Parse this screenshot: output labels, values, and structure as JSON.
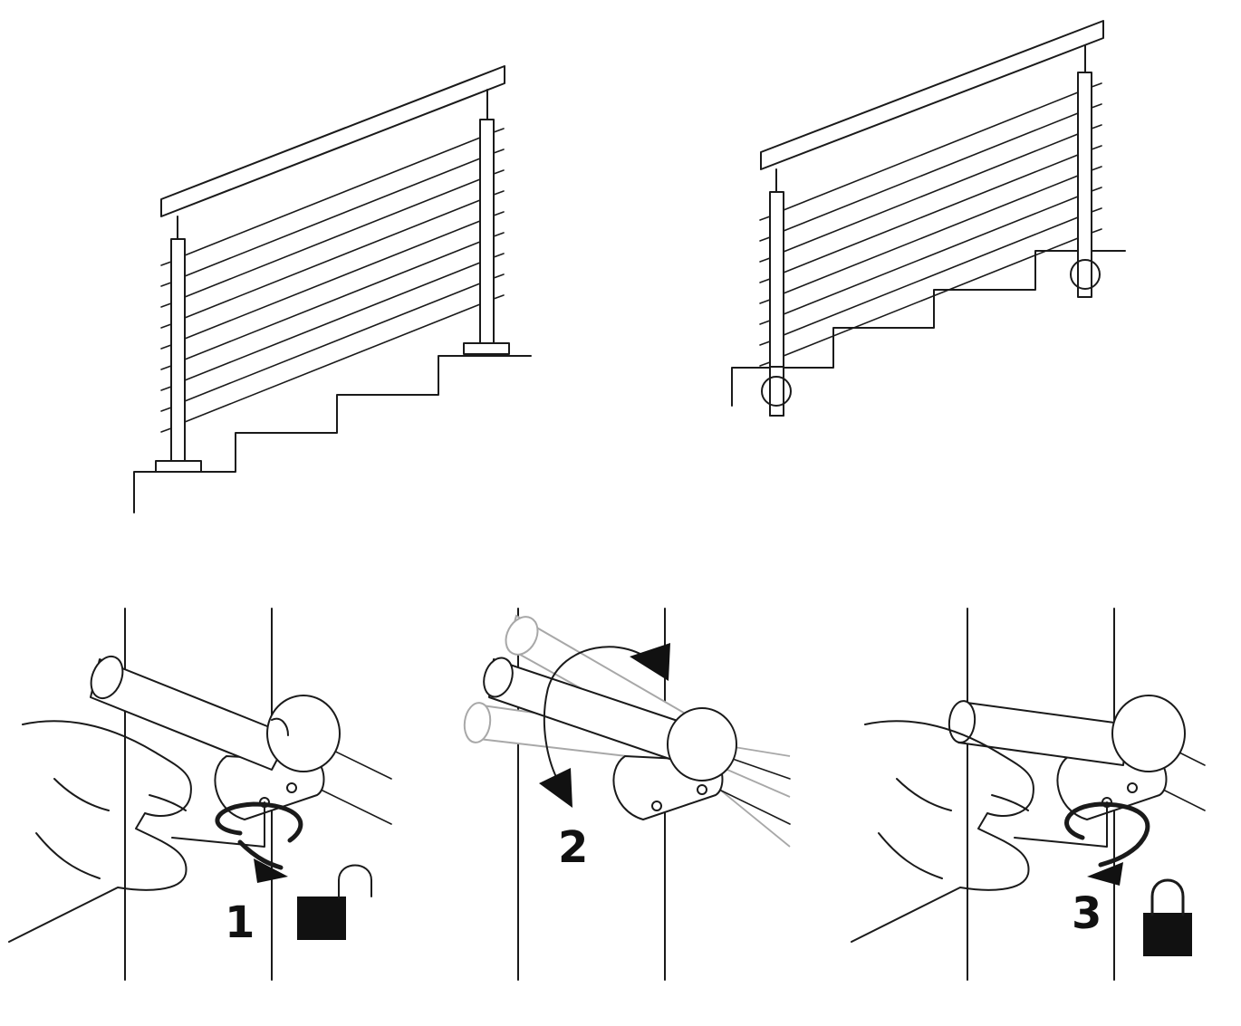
{
  "steps": [
    {
      "number": "1",
      "lock_state": "unlocked"
    },
    {
      "number": "2",
      "lock_state": "none"
    },
    {
      "number": "3",
      "lock_state": "locked"
    }
  ],
  "colors": {
    "ink": "#1a1a1a",
    "ghost": "#a8a8a8",
    "fill": "#111111"
  }
}
